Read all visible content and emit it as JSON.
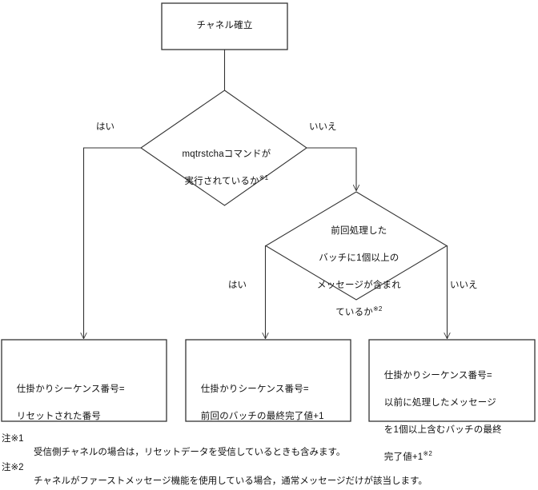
{
  "diagram": {
    "type": "flowchart",
    "start": {
      "label": "チャネル確立"
    },
    "decisions": [
      {
        "id": "decision-1",
        "lines": [
          "mqtrstchaコマンドが",
          "実行されているか"
        ],
        "ref": "※1",
        "yes_label": "はい",
        "no_label": "いいえ"
      },
      {
        "id": "decision-2",
        "lines": [
          "前回処理した",
          "バッチに1個以上の",
          "メッセージが含まれ",
          "ているか"
        ],
        "ref": "※2",
        "yes_label": "はい",
        "no_label": "いいえ"
      }
    ],
    "results": [
      {
        "id": "result-1",
        "lines": [
          "仕掛かりシーケンス番号=",
          "リセットされた番号"
        ],
        "ref": ""
      },
      {
        "id": "result-2",
        "lines": [
          "仕掛かりシーケンス番号=",
          "前回のバッチの最終完了値+1"
        ],
        "ref": ""
      },
      {
        "id": "result-3",
        "lines": [
          "仕掛かりシーケンス番号=",
          "以前に処理したメッセージ",
          "を1個以上含むバッチの最終",
          "完了値+1"
        ],
        "ref": "※2"
      }
    ]
  },
  "notes": [
    {
      "marker": "注※1",
      "text": "受信側チャネルの場合は，リセットデータを受信しているときも含みます。"
    },
    {
      "marker": "注※2",
      "text": "チャネルがファーストメッセージ機能を使用している場合，通常メッセージだけが該当します。"
    }
  ],
  "colors": {
    "stroke": "#333333",
    "text": "#111111",
    "background": "#ffffff"
  }
}
